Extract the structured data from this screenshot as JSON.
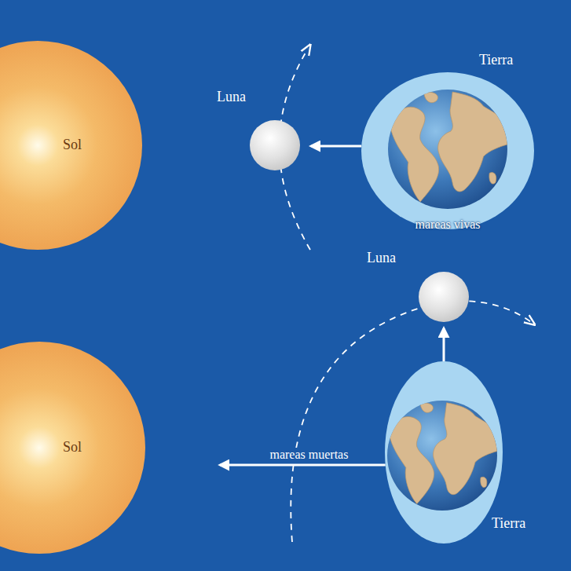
{
  "diagram": {
    "nodes": [
      {
        "text": [
          "Sol"
        ]
      },
      {
        "text": [
          "Luna"
        ]
      },
      {
        "text": [
          "Tierra"
        ]
      },
      {
        "text": [
          "Luna"
        ]
      },
      {
        "text": [
          "Sol"
        ]
      },
      {
        "text": [
          "Tierra"
        ]
      }
    ],
    "edges": [
      {
        "from": 2,
        "to": 1,
        "arrow": "to"
      },
      {
        "from": 5,
        "to": 3,
        "arrow": "to"
      },
      {
        "from": 5,
        "to": 4,
        "label": "mareas muertas",
        "arrow": "to"
      }
    ],
    "labels": [
      "mareas vivas"
    ]
  }
}
